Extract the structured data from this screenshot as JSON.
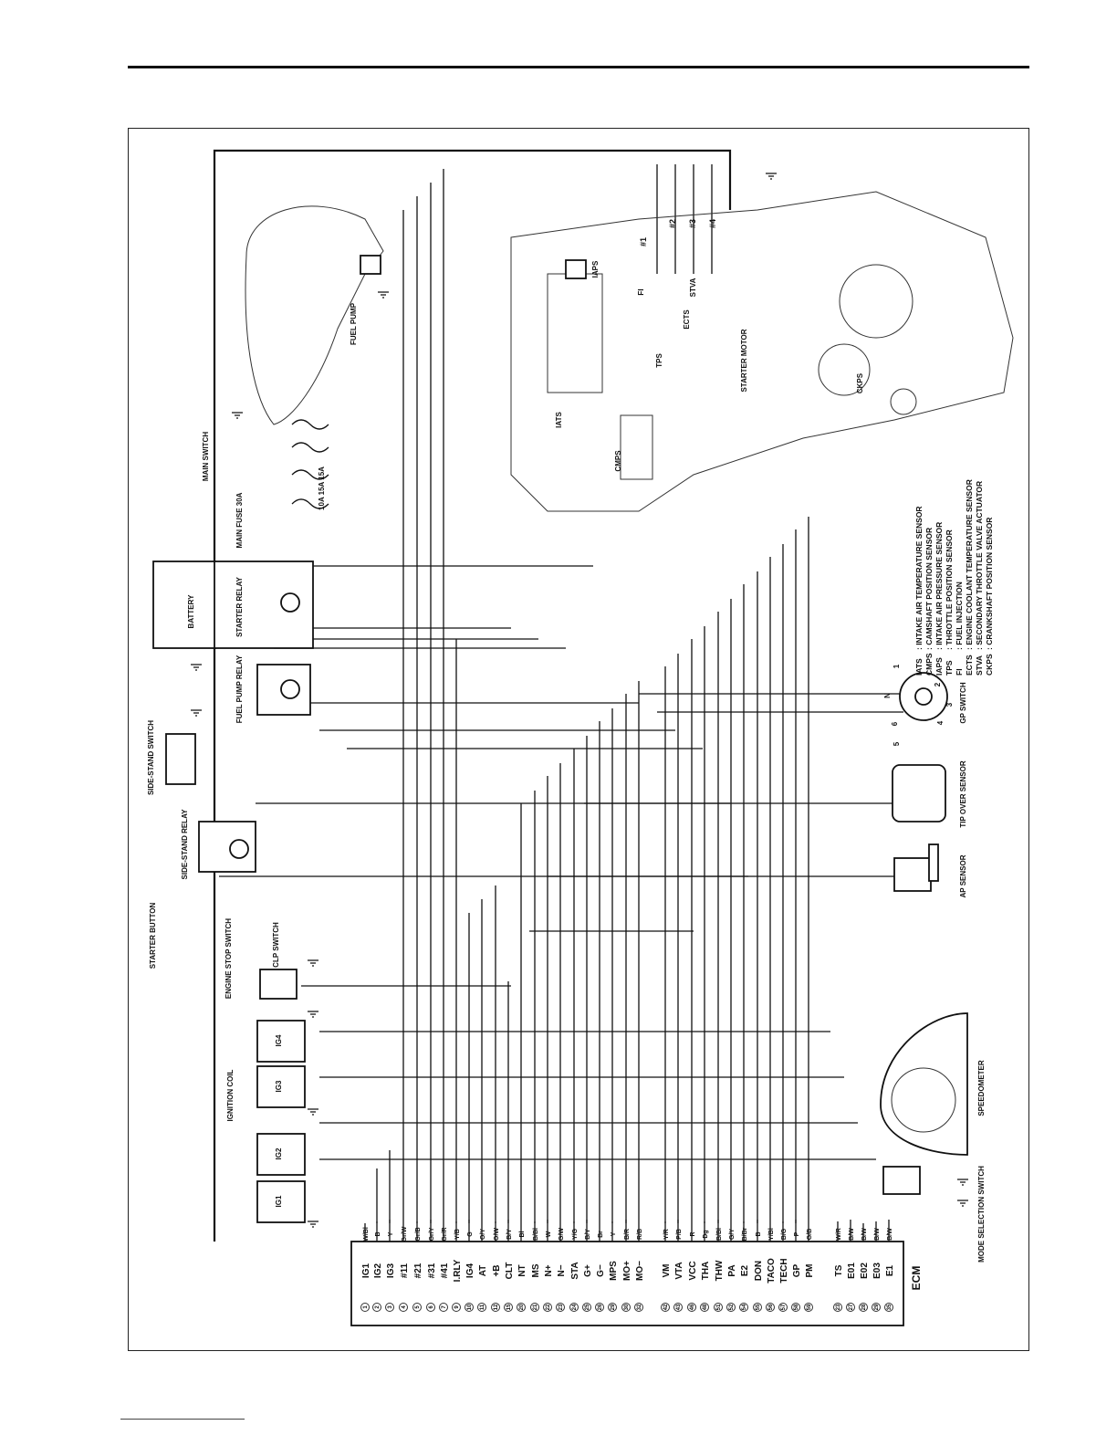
{
  "ecm": {
    "label": "ECM",
    "pins": [
      {
        "num": "1",
        "name": "IG1",
        "wire": "W/Bl"
      },
      {
        "num": "2",
        "name": "IG2",
        "wire": "B"
      },
      {
        "num": "3",
        "name": "IG3",
        "wire": "Y"
      },
      {
        "num": "4",
        "name": "#11",
        "wire": "Gr/W"
      },
      {
        "num": "5",
        "name": "#21",
        "wire": "Gr/B"
      },
      {
        "num": "6",
        "name": "#31",
        "wire": "Gr/Y"
      },
      {
        "num": "7",
        "name": "#41",
        "wire": "Gr/R"
      },
      {
        "num": "9",
        "name": "I.RLY",
        "wire": "Y/B"
      },
      {
        "num": "10",
        "name": "IG4",
        "wire": "G"
      },
      {
        "num": "11",
        "name": "AT",
        "wire": "O/Y"
      },
      {
        "num": "12",
        "name": "+B",
        "wire": "O/W"
      },
      {
        "num": "15",
        "name": "CLT",
        "wire": "B/Y"
      },
      {
        "num": "20",
        "name": "NT",
        "wire": "Bl"
      },
      {
        "num": "21",
        "name": "MS",
        "wire": "B/Bl"
      },
      {
        "num": "22",
        "name": "N+",
        "wire": "W"
      },
      {
        "num": "23",
        "name": "N−",
        "wire": "G/W"
      },
      {
        "num": "24",
        "name": "STA",
        "wire": "Y/G"
      },
      {
        "num": "25",
        "name": "G+",
        "wire": "B/Y"
      },
      {
        "num": "26",
        "name": "G−",
        "wire": "Br"
      },
      {
        "num": "29",
        "name": "MPS",
        "wire": "Y"
      },
      {
        "num": "30",
        "name": "MO+",
        "wire": "B/R"
      },
      {
        "num": "32",
        "name": "MO−",
        "wire": "R/B"
      },
      {
        "num": "42",
        "name": "VM",
        "wire": "Y/R"
      },
      {
        "num": "43",
        "name": "VTA",
        "wire": "P/B"
      },
      {
        "num": "46",
        "name": "VCC",
        "wire": "R"
      },
      {
        "num": "48",
        "name": "THA",
        "wire": "Dg"
      },
      {
        "num": "51",
        "name": "THW",
        "wire": "B/Bl"
      },
      {
        "num": "52",
        "name": "PA",
        "wire": "G/Y"
      },
      {
        "num": "54",
        "name": "E2",
        "wire": "B/Br"
      },
      {
        "num": "55",
        "name": "DON",
        "wire": "B"
      },
      {
        "num": "56",
        "name": "TACO",
        "wire": "Y/Bl"
      },
      {
        "num": "57",
        "name": "TECH",
        "wire": "B/G"
      },
      {
        "num": "58",
        "name": "GP",
        "wire": "P"
      },
      {
        "num": "59",
        "name": "PM",
        "wire": "G/B"
      },
      {
        "num": "23",
        "name": "TS",
        "wire": "W/R"
      },
      {
        "num": "27",
        "name": "E01",
        "wire": "B/W"
      },
      {
        "num": "28",
        "name": "E02",
        "wire": "B/W"
      },
      {
        "num": "29",
        "name": "E03",
        "wire": "B/W"
      },
      {
        "num": "35",
        "name": "E1",
        "wire": "B/W"
      }
    ]
  },
  "components": {
    "fuel_pump": "FUEL PUMP",
    "main_switch": "MAIN SWITCH",
    "main_fuse": "MAIN FUSE 30A",
    "fuse_ratings": "10A 15A 15A",
    "battery": "BATTERY",
    "starter_relay": "STARTER RELAY",
    "fuel_pump_relay": "FUEL PUMP RELAY",
    "side_stand_switch": "SIDE-STAND SWITCH",
    "side_stand_relay": "SIDE-STAND RELAY",
    "starter_button": "STARTER BUTTON",
    "engine_stop_switch": "ENGINE STOP SWITCH",
    "clp_switch": "CLP SWITCH",
    "ignition_coil": "IGNITION COIL",
    "coils": [
      "IG1",
      "IG2",
      "IG3",
      "IG4"
    ],
    "speedometer": "SPEEDOMETER",
    "mode_selection_switch": "MODE SELECTION SWITCH",
    "gp_switch": "GP SWITCH",
    "gp_positions": [
      "N",
      "1",
      "2",
      "3",
      "4",
      "5",
      "6"
    ],
    "tip_over_sensor": "TIP OVER SENSOR",
    "ap_sensor": "AP SENSOR",
    "injectors": [
      "#1",
      "#2",
      "#3",
      "#4"
    ],
    "engine_labels": [
      "IAPS",
      "FI",
      "STVA",
      "ECTS",
      "TPS",
      "IATS",
      "CMPS",
      "STARTER MOTOR",
      "CKPS"
    ]
  },
  "legend": [
    {
      "abbr": "IATS",
      "desc": ": INTAKE AIR TEMPERATURE SENSOR"
    },
    {
      "abbr": "CMPS",
      "desc": ": CAMSHAFT POSITION SENSOR"
    },
    {
      "abbr": "IAPS",
      "desc": ": INTAKE AIR PRESSURE SENSOR"
    },
    {
      "abbr": "TPS",
      "desc": ": THROTTLE POSITION SENSOR"
    },
    {
      "abbr": "FI",
      "desc": ": FUEL INJECTION"
    },
    {
      "abbr": "ECTS",
      "desc": ": ENGINE COOLANT TEMPERATURE SENSOR"
    },
    {
      "abbr": "STVA",
      "desc": ": SECONDARY THROTTLE VALVE ACTUATOR"
    },
    {
      "abbr": "CKPS",
      "desc": ": CRANKSHAFT POSITION SENSOR"
    }
  ]
}
